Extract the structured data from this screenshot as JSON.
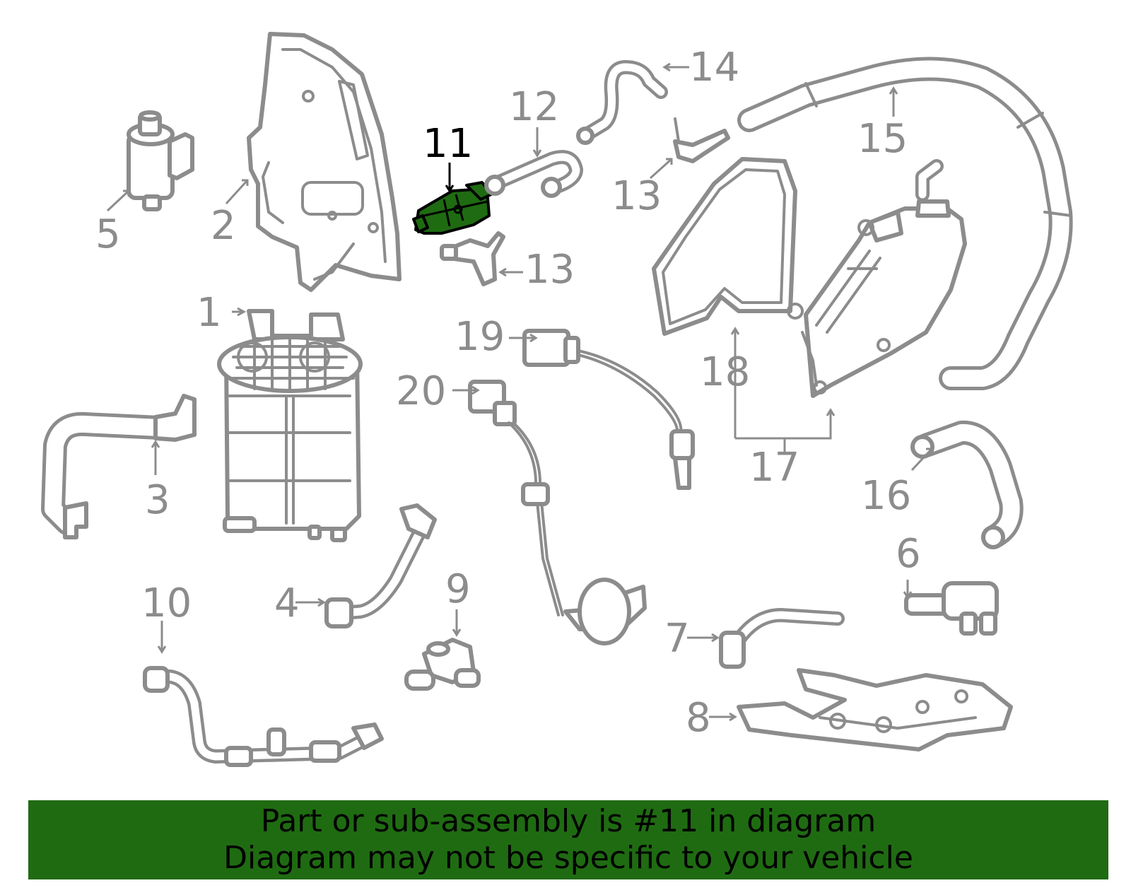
{
  "colors": {
    "highlight_fill": "#1f6b12",
    "line_gray": "#8c8c8c",
    "banner_background": "#1f6b12",
    "banner_text": "#000000",
    "highlight_label": "#000000"
  },
  "callouts": [
    {
      "id": "1",
      "label": "1",
      "highlighted": false
    },
    {
      "id": "2",
      "label": "2",
      "highlighted": false
    },
    {
      "id": "3",
      "label": "3",
      "highlighted": false
    },
    {
      "id": "4",
      "label": "4",
      "highlighted": false
    },
    {
      "id": "5",
      "label": "5",
      "highlighted": false
    },
    {
      "id": "6",
      "label": "6",
      "highlighted": false
    },
    {
      "id": "7",
      "label": "7",
      "highlighted": false
    },
    {
      "id": "8",
      "label": "8",
      "highlighted": false
    },
    {
      "id": "9",
      "label": "9",
      "highlighted": false
    },
    {
      "id": "10",
      "label": "10",
      "highlighted": false
    },
    {
      "id": "11",
      "label": "11",
      "highlighted": true
    },
    {
      "id": "12",
      "label": "12",
      "highlighted": false
    },
    {
      "id": "13a",
      "label": "13",
      "highlighted": false
    },
    {
      "id": "13b",
      "label": "13",
      "highlighted": false
    },
    {
      "id": "14",
      "label": "14",
      "highlighted": false
    },
    {
      "id": "15",
      "label": "15",
      "highlighted": false
    },
    {
      "id": "16",
      "label": "16",
      "highlighted": false
    },
    {
      "id": "17",
      "label": "17",
      "highlighted": false
    },
    {
      "id": "18",
      "label": "18",
      "highlighted": false
    },
    {
      "id": "19",
      "label": "19",
      "highlighted": false
    },
    {
      "id": "20",
      "label": "20",
      "highlighted": false
    }
  ],
  "banner": {
    "line1": "Part or sub-assembly is #11 in diagram",
    "line2": "Diagram may not be specific to your vehicle"
  }
}
